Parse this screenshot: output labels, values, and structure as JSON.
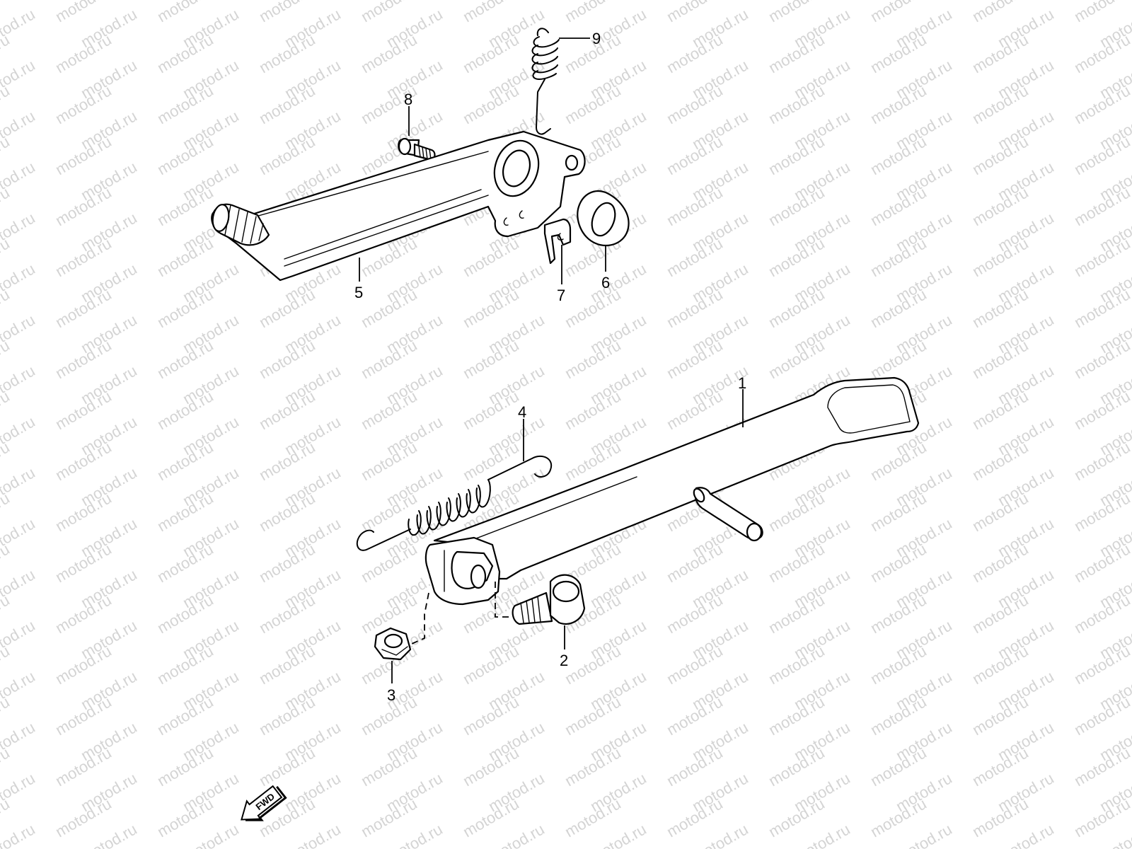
{
  "watermark": {
    "text": "motod.ru",
    "color": "#d4d4d4"
  },
  "colors": {
    "line": "#000000",
    "background": "#ffffff"
  },
  "callouts": [
    {
      "number": "1",
      "part": "side-stand"
    },
    {
      "number": "2",
      "part": "stand-bolt"
    },
    {
      "number": "3",
      "part": "stand-nut"
    },
    {
      "number": "4",
      "part": "stand-spring"
    },
    {
      "number": "5",
      "part": "brake-pedal"
    },
    {
      "number": "6",
      "part": "washer"
    },
    {
      "number": "7",
      "part": "clip"
    },
    {
      "number": "8",
      "part": "pedal-bolt"
    },
    {
      "number": "9",
      "part": "return-spring"
    }
  ],
  "direction_marker": {
    "label": "FWD",
    "icon": "arrow-left-down-icon"
  }
}
